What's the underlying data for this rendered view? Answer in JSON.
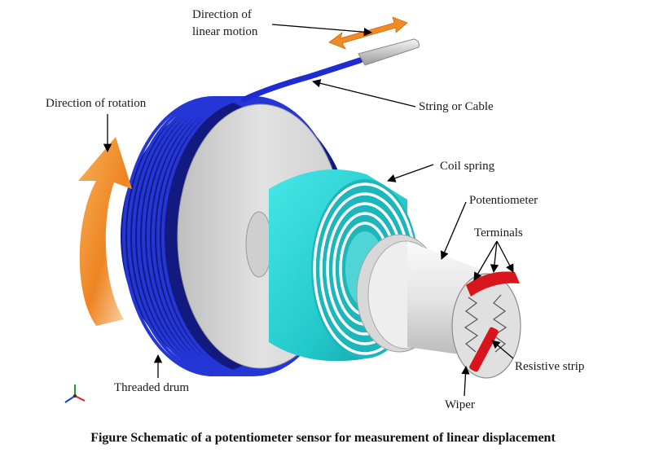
{
  "labels": {
    "linear_motion_line1": "Direction of",
    "linear_motion_line2": "linear motion",
    "rotation": "Direction of rotation",
    "string": "String or Cable",
    "coil_spring": "Coil spring",
    "potentiometer": "Potentiometer",
    "terminals": "Terminals",
    "resistive_strip": "Resistive strip",
    "wiper": "Wiper",
    "threaded_drum": "Threaded drum"
  },
  "caption": "Figure  Schematic of a potentiometer sensor for measurement of linear displacement",
  "colors": {
    "drum_thread": "#1f2fc4",
    "drum_face": "#d9d9d9",
    "spring": "#2fd8d8",
    "arrow_orange": "#f08a24",
    "terminal_red": "#d8141c",
    "cable": "#1e2bd0"
  },
  "icons": [
    "axis-triad-icon",
    "rotation-arrow-icon",
    "linear-motion-arrow-icon"
  ]
}
